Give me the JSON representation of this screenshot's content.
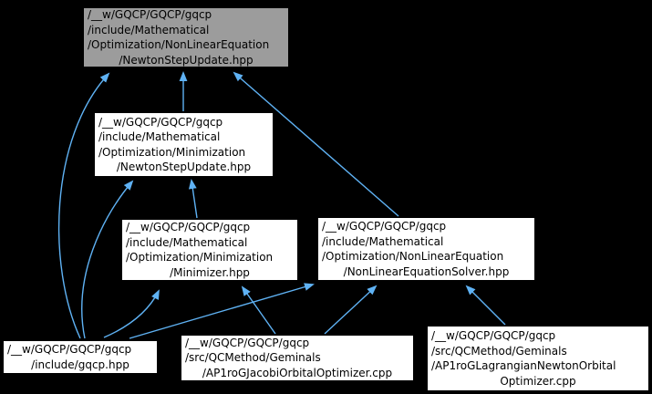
{
  "graph": {
    "kind": "include-dependency-graph",
    "background_color": "#000000",
    "edge_color": "#5fb2f4",
    "node_fill_color": "#ffffff",
    "highlighted_node_fill_color": "#9c9c9c",
    "nodes": [
      {
        "id": "include-nonlinearequation-newtonstepupdate-hpp",
        "highlighted": true,
        "lines": [
          "/__w/GQCP/GQCP/gqcp",
          "/include/Mathematical",
          "/Optimization/NonLinearEquation",
          "/NewtonStepUpdate.hpp"
        ]
      },
      {
        "id": "include-minimization-newtonstepupdate-hpp",
        "highlighted": false,
        "lines": [
          "/__w/GQCP/GQCP/gqcp",
          "/include/Mathematical",
          "/Optimization/Minimization",
          "/NewtonStepUpdate.hpp"
        ]
      },
      {
        "id": "include-minimization-minimizer-hpp",
        "highlighted": false,
        "lines": [
          "/__w/GQCP/GQCP/gqcp",
          "/include/Mathematical",
          "/Optimization/Minimization",
          "/Minimizer.hpp"
        ]
      },
      {
        "id": "include-nonlinearequation-nonlinearequationsolver-hpp",
        "highlighted": false,
        "lines": [
          "/__w/GQCP/GQCP/gqcp",
          "/include/Mathematical",
          "/Optimization/NonLinearEquation",
          "/NonLinearEquationSolver.hpp"
        ]
      },
      {
        "id": "include-gqcp-hpp",
        "highlighted": false,
        "lines": [
          "/__w/GQCP/GQCP/gqcp",
          "/include/gqcp.hpp"
        ]
      },
      {
        "id": "src-ap1rogjacobiorbitaloptimizer-cpp",
        "highlighted": false,
        "lines": [
          "/__w/GQCP/GQCP/gqcp",
          "/src/QCMethod/Geminals",
          "/AP1roGJacobiOrbitalOptimizer.cpp"
        ]
      },
      {
        "id": "src-ap1roglagrangiannewtonorbitaloptimizer-cpp",
        "highlighted": false,
        "lines": [
          "/__w/GQCP/GQCP/gqcp",
          "/src/QCMethod/Geminals",
          "/AP1roGLagrangianNewtonOrbital",
          "Optimizer.cpp"
        ]
      }
    ],
    "edges": [
      {
        "from": "include-gqcp-hpp",
        "to": "include-nonlinearequation-newtonstepupdate-hpp"
      },
      {
        "from": "include-gqcp-hpp",
        "to": "include-minimization-newtonstepupdate-hpp"
      },
      {
        "from": "include-gqcp-hpp",
        "to": "include-minimization-minimizer-hpp"
      },
      {
        "from": "include-gqcp-hpp",
        "to": "include-nonlinearequation-nonlinearequationsolver-hpp"
      },
      {
        "from": "include-minimization-newtonstepupdate-hpp",
        "to": "include-nonlinearequation-newtonstepupdate-hpp"
      },
      {
        "from": "include-minimization-minimizer-hpp",
        "to": "include-minimization-newtonstepupdate-hpp"
      },
      {
        "from": "include-nonlinearequation-nonlinearequationsolver-hpp",
        "to": "include-nonlinearequation-newtonstepupdate-hpp"
      },
      {
        "from": "src-ap1rogjacobiorbitaloptimizer-cpp",
        "to": "include-minimization-minimizer-hpp"
      },
      {
        "from": "src-ap1rogjacobiorbitaloptimizer-cpp",
        "to": "include-nonlinearequation-nonlinearequationsolver-hpp"
      },
      {
        "from": "src-ap1roglagrangiannewtonorbitaloptimizer-cpp",
        "to": "include-nonlinearequation-nonlinearequationsolver-hpp"
      }
    ]
  }
}
